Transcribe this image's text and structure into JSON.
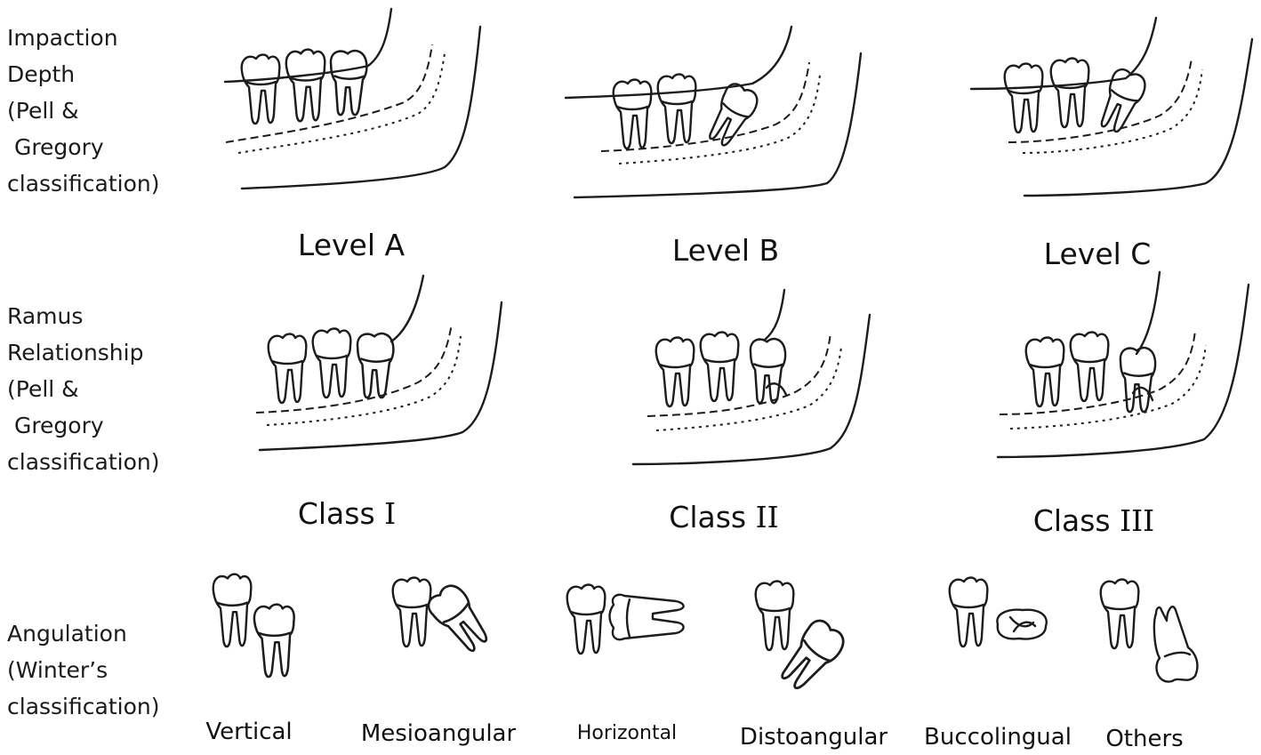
{
  "rows": {
    "depth": {
      "label_lines": [
        "Impaction",
        "Depth",
        "(Pell &",
        " Gregory",
        "classification)"
      ],
      "captions": [
        "Level A",
        "Level B",
        "Level C"
      ]
    },
    "ramus": {
      "label_lines": [
        "Ramus",
        "Relationship",
        "(Pell &",
        " Gregory",
        "classification)"
      ],
      "captions": [
        {
          "word": "Class",
          "numeral": "I"
        },
        {
          "word": "Class",
          "numeral": "II"
        },
        {
          "word": "Class",
          "numeral": "III"
        }
      ]
    },
    "angulation": {
      "label_lines": [
        "Angulation",
        "(Winter’s",
        "classification)"
      ],
      "captions": [
        "Vertical",
        "Mesioangular",
        "Horizontal",
        "Distoangular",
        "Buccolingual",
        "Others"
      ]
    }
  },
  "colors": {
    "ink": "#1c1c1c",
    "background": "#ffffff"
  }
}
